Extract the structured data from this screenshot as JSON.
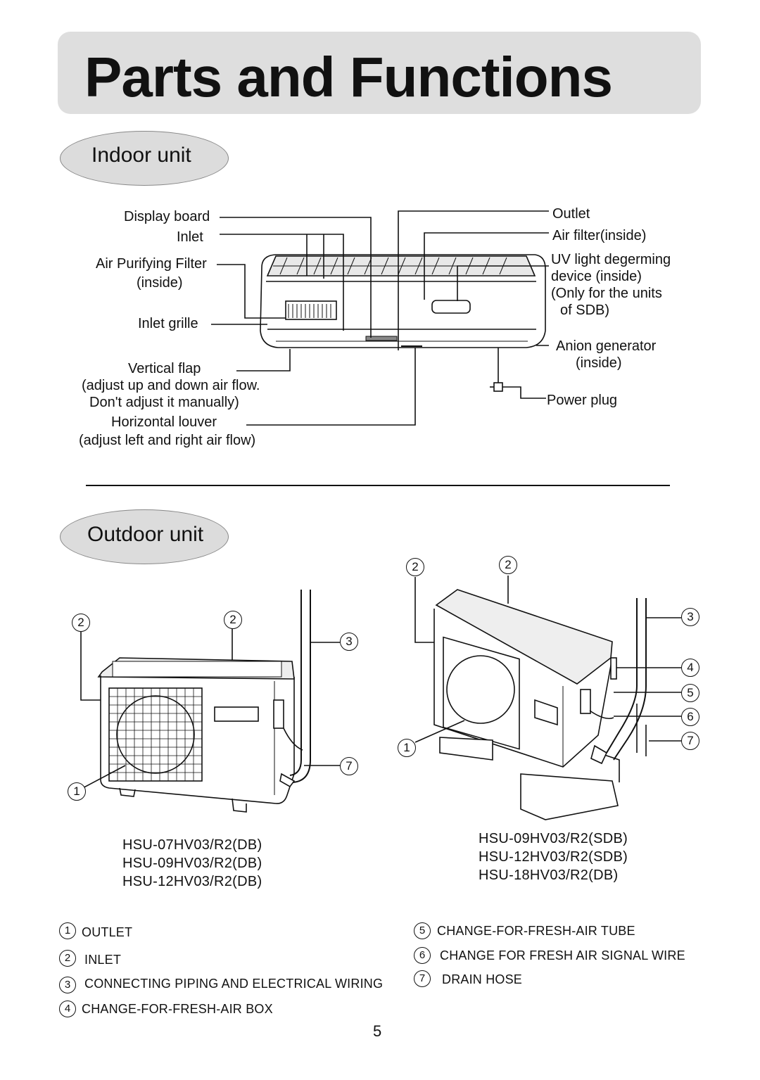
{
  "page": {
    "title": "Parts and Functions",
    "page_number": "5"
  },
  "indoor": {
    "heading": "Indoor unit",
    "labels_left": {
      "display_board": "Display board",
      "inlet": "Inlet",
      "air_purifying_filter": "Air Purifying Filter",
      "air_purifying_filter_sub": "(inside)",
      "inlet_grille": "Inlet grille",
      "vertical_flap": "Vertical flap",
      "vertical_flap_sub1": "(adjust up and down air flow.",
      "vertical_flap_sub2": "Don't adjust it manually)",
      "horizontal_louver": "Horizontal louver",
      "horizontal_louver_sub": "(adjust left and right air flow)"
    },
    "labels_right": {
      "outlet": "Outlet",
      "air_filter": "Air filter(inside)",
      "uv_line1": "UV light degerming",
      "uv_line2": "device (inside)",
      "uv_line3": "(Only for the units",
      "uv_line4": "of SDB)",
      "anion_line1": "Anion generator",
      "anion_line2": "(inside)",
      "power_plug": "Power plug"
    }
  },
  "outdoor": {
    "heading": "Outdoor unit",
    "callouts": {
      "n1": "1",
      "n2": "2",
      "n3": "3",
      "n4": "4",
      "n5": "5",
      "n6": "6",
      "n7": "7"
    },
    "models_left": [
      "HSU-07HV03/R2(DB)",
      "HSU-09HV03/R2(DB)",
      "HSU-12HV03/R2(DB)"
    ],
    "models_right": [
      "HSU-09HV03/R2(SDB)",
      "HSU-12HV03/R2(SDB)",
      "HSU-18HV03/R2(DB)"
    ],
    "legend": [
      {
        "num": "1",
        "text": "OUTLET"
      },
      {
        "num": "2",
        "text": "INLET"
      },
      {
        "num": "3",
        "text": "CONNECTING PIPING AND ELECTRICAL WIRING"
      },
      {
        "num": "4",
        "text": "CHANGE-FOR-FRESH-AIR BOX"
      },
      {
        "num": "5",
        "text": "CHANGE-FOR-FRESH-AIR TUBE"
      },
      {
        "num": "6",
        "text": "CHANGE FOR FRESH AIR SIGNAL WIRE"
      },
      {
        "num": "7",
        "text": "DRAIN HOSE"
      }
    ]
  },
  "colors": {
    "title_bg": "#dedede",
    "pill_bg": "#dcdcdc",
    "ink": "#111111"
  }
}
